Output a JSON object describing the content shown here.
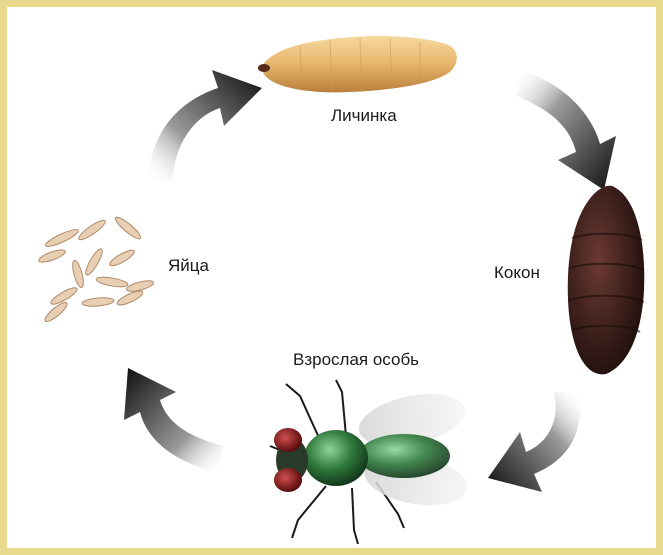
{
  "diagram": {
    "stages": {
      "larva": "Личинка",
      "pupa": "Кокон",
      "adult": "Взрослая особь",
      "eggs": "Яйца"
    },
    "colors": {
      "border": "#e8d98c",
      "arrow": "#111111",
      "larva": "#e6b56b",
      "pupa": "#3a1e1a",
      "fly_body": "#2f7a3c",
      "fly_eye": "#8a1c1c",
      "egg": "#e8cfb4"
    }
  }
}
